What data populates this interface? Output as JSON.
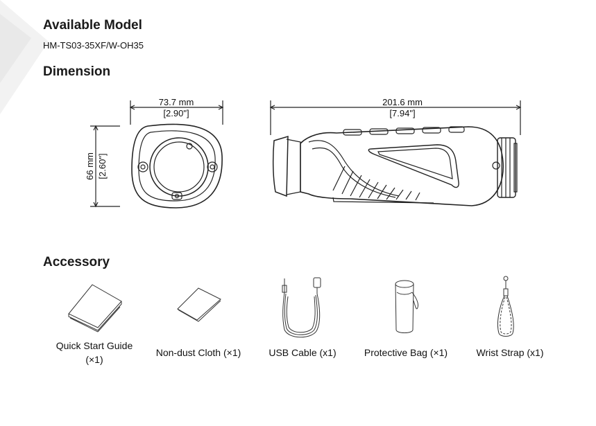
{
  "available_model": {
    "heading": "Available Model",
    "code": "HM-TS03-35XF/W-OH35"
  },
  "dimension": {
    "heading": "Dimension",
    "width_mm": "73.7 mm",
    "width_in": "[2.90\"]",
    "height_mm": "66 mm",
    "height_in": "[2.60\"]",
    "length_mm": "201.6 mm",
    "length_in": "[7.94\"]"
  },
  "accessory": {
    "heading": "Accessory",
    "items": [
      {
        "label": "Quick Start Guide",
        "qty": "(×1)",
        "icon": "booklet-icon"
      },
      {
        "label": "Non-dust Cloth (×1)",
        "icon": "cloth-icon"
      },
      {
        "label": "USB Cable (x1)",
        "icon": "usb-cable-icon"
      },
      {
        "label": "Protective Bag (×1)",
        "icon": "bag-icon"
      },
      {
        "label": "Wrist Strap (x1)",
        "icon": "wrist-strap-icon"
      }
    ]
  },
  "colors": {
    "line": "#222222",
    "watermark": "#eeeeee"
  }
}
